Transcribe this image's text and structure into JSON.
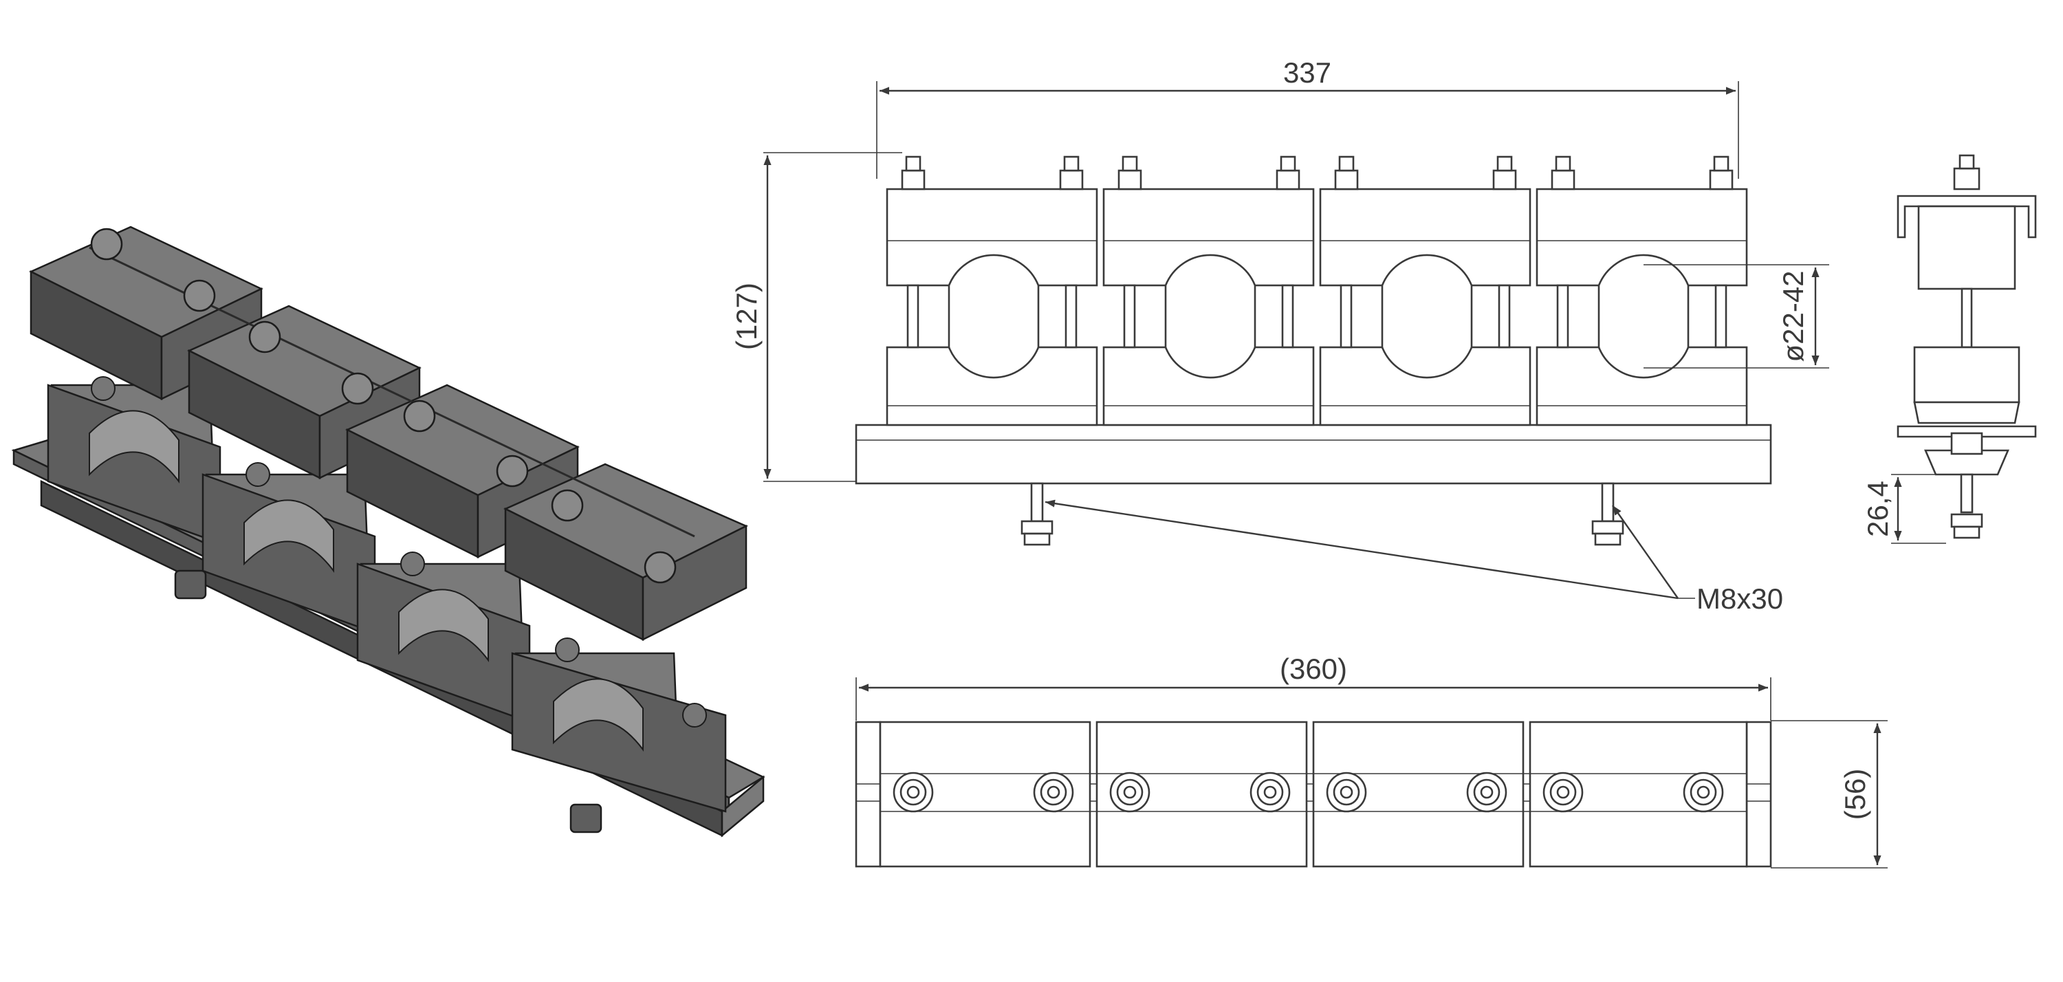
{
  "dimensions": {
    "overall_length": "337",
    "height": "(127)",
    "pipe_diameter": "ø22-42",
    "bolt": "M8x30",
    "rail_length": "(360)",
    "width": "(56)",
    "rail_height": "26,4"
  }
}
